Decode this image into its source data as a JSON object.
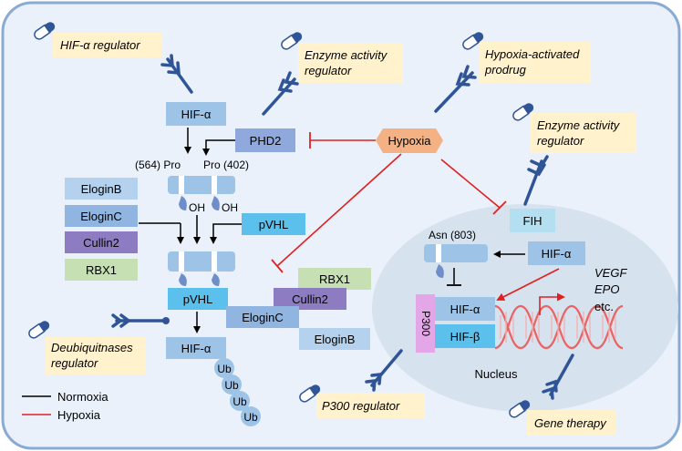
{
  "colors": {
    "cell_fill": "#eaf1fb",
    "cell_stroke": "#8aaad6",
    "nucleus_fill": "#d7e2ef",
    "box_blue": "#9dc3e6",
    "box_blue_dark": "#8fa9dc",
    "box_purple": "#8e7cc3",
    "box_green": "#c6e0b4",
    "box_cyan": "#5bc0eb",
    "box_light_cyan": "#b4dff0",
    "hypoxia_fill": "#f4b183",
    "label_fill": "#fff2cc",
    "p300_fill": "#e3a7e8",
    "normoxia_line": "#000000",
    "hypoxia_line": "#e02020",
    "drug_blue": "#2f5597",
    "dna_red": "#e86464"
  },
  "drug_labels": {
    "hif_regulator": "HIF-α regulator",
    "enzyme_regulator_1": "Enzyme activity\nregulator",
    "hypoxia_prodrug": "Hypoxia-activated\nprodrug",
    "enzyme_regulator_2": "Enzyme activity\nregulator",
    "deubiquitinase_regulator": "Deubiquitnases\nregulator",
    "p300_regulator": "P300 regulator",
    "gene_therapy": "Gene therapy"
  },
  "proteins": {
    "hif_alpha_top": "HIF-α",
    "phd2": "PHD2",
    "hypoxia": "Hypoxia",
    "pro_564": "(564) Pro",
    "pro_402": "Pro (402)",
    "oh_left": "OH",
    "oh_right": "OH",
    "elogin_b": "EloginB",
    "elogin_c": "EloginC",
    "cullin2": "Cullin2",
    "rbx1": "RBX1",
    "pvhl_right": "pVHL",
    "pvhl_complex": "pVHL",
    "rbx1_complex": "RBX1",
    "cullin2_complex": "Cullin2",
    "elogin_c_complex": "EloginC",
    "elogin_b_complex": "EloginB",
    "hif_alpha_bottom": "HIF-α",
    "ub1": "Ub",
    "ub2": "Ub",
    "ub3": "Ub",
    "ub4": "Ub",
    "fih": "FIH",
    "asn_803": "Asn (803)",
    "hif_alpha_nucleus_in": "HIF-α",
    "hif_alpha_nucleus": "HIF-α",
    "hif_beta_nucleus": "HIF-β",
    "p300": "P300",
    "vegf": "VEGF",
    "epo": "EPO",
    "etc": "etc.",
    "nucleus": "Nucleus"
  },
  "legend": {
    "normoxia": "Normoxia",
    "hypoxia": "Hypoxia"
  }
}
